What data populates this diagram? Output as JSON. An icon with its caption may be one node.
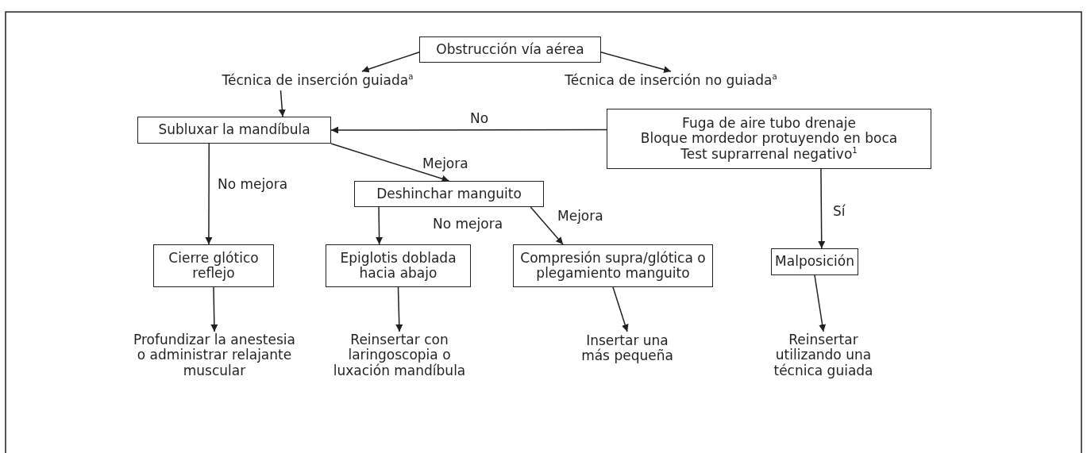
{
  "diagram": {
    "nodes": [
      {
        "text": [
          "Obstrucción vía aérea"
        ]
      },
      {
        "text": [
          "Técnica de inserción guiada$^{a}$"
        ]
      },
      {
        "text": [
          "Técnica de inserción no guiada$^{a}$"
        ]
      },
      {
        "text": [
          "Subluxar la mandíbula"
        ]
      },
      {
        "text": [
          "Fuga de aire tubo drenaje",
          "Bloque mordedor protuyendo en boca",
          "Test suprarrenal negativo$^{1}$"
        ]
      },
      {
        "text": [
          "Deshinchar manguito"
        ]
      },
      {
        "text": [
          "Cierre glótico reflejo"
        ]
      },
      {
        "text": [
          "Epiglotis doblada hacia abajo"
        ]
      },
      {
        "text": [
          "Compresión supra/glótica o plegamiento manguito"
        ]
      },
      {
        "text": [
          "Malposición"
        ]
      },
      {
        "text": [
          "Profundizar la anestesia o administrar relajante muscular"
        ]
      },
      {
        "text": [
          "Reinsertar con laringoscopia o luxación mandíbula"
        ]
      },
      {
        "text": [
          "Insertar una más pequeña"
        ]
      },
      {
        "text": [
          "Reinsertar utilizando una técnica guiada"
        ]
      }
    ],
    "edges": [
      {
        "from": 0,
        "to": 1,
        "arrow": "to"
      },
      {
        "from": 0,
        "to": 2,
        "arrow": "to"
      },
      {
        "from": 1,
        "to": 3,
        "arrow": "to"
      },
      {
        "from": 4,
        "to": 3,
        "arrow": "to",
        "label": "No"
      },
      {
        "from": 3,
        "to": 5,
        "arrow": "to",
        "label": "Mejora"
      },
      {
        "from": 3,
        "to": 6,
        "arrow": "to",
        "label": "No mejora"
      },
      {
        "from": 5,
        "to": 7,
        "arrow": "to",
        "label": "No mejora"
      },
      {
        "from": 5,
        "to": 8,
        "arrow": "to",
        "label": "Mejora"
      },
      {
        "from": 4,
        "to": 9,
        "arrow": "to",
        "label": "Sí"
      },
      {
        "from": 6,
        "to": 10,
        "arrow": "to"
      },
      {
        "from": 7,
        "to": 11,
        "arrow": "to"
      },
      {
        "from": 8,
        "to": 12,
        "arrow": "to"
      },
      {
        "from": 9,
        "to": 13,
        "arrow": "to"
      }
    ]
  }
}
